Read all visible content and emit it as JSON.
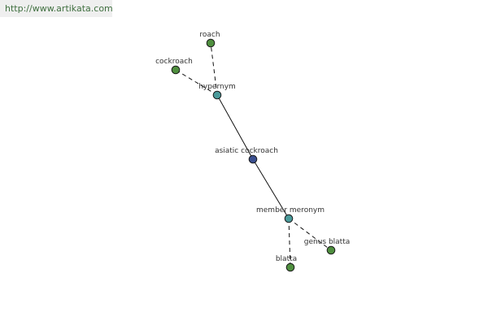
{
  "watermark": {
    "text": "http://www.artikata.com"
  },
  "graph": {
    "center": "asiatic cockroach",
    "nodes": [
      {
        "id": "asiatic_cockroach",
        "label": "asiatic cockroach",
        "kind": "center"
      },
      {
        "id": "hypernym",
        "label": "hypernym",
        "kind": "relation"
      },
      {
        "id": "member_meronym",
        "label": "member meronym",
        "kind": "relation"
      },
      {
        "id": "roach",
        "label": "roach",
        "kind": "term"
      },
      {
        "id": "cockroach",
        "label": "cockroach",
        "kind": "term"
      },
      {
        "id": "genus_blatta",
        "label": "genus blatta",
        "kind": "term"
      },
      {
        "id": "blatta",
        "label": "blatta",
        "kind": "term"
      }
    ],
    "edges": [
      {
        "from": "asiatic_cockroach",
        "to": "hypernym",
        "style": "solid"
      },
      {
        "from": "asiatic_cockroach",
        "to": "member_meronym",
        "style": "solid"
      },
      {
        "from": "hypernym",
        "to": "roach",
        "style": "dashed"
      },
      {
        "from": "hypernym",
        "to": "cockroach",
        "style": "dashed"
      },
      {
        "from": "member_meronym",
        "to": "genus_blatta",
        "style": "dashed"
      },
      {
        "from": "member_meronym",
        "to": "blatta",
        "style": "dashed"
      }
    ],
    "colors": {
      "center": "#3a4f8f",
      "relation": "#4a9a9a",
      "term": "#4f8f3f",
      "node_stroke": "#1a1a1a",
      "edge": "#111111"
    }
  }
}
